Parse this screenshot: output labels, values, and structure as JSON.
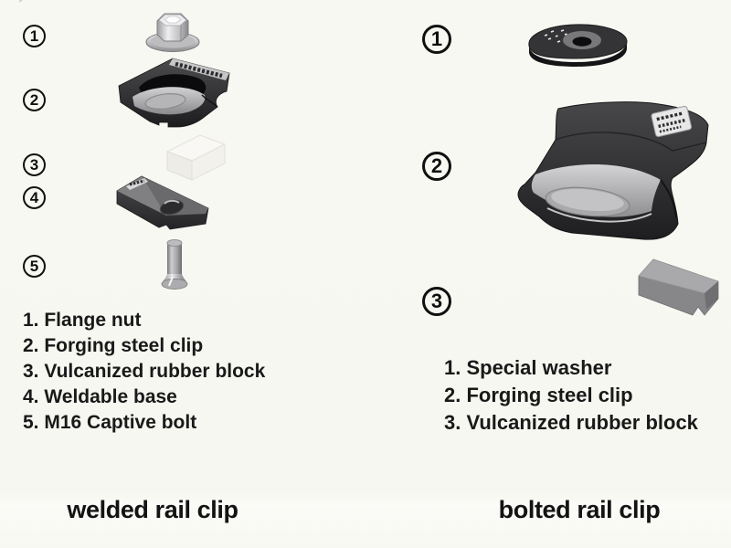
{
  "page": {
    "background": "#f8f8f2",
    "ink": "#161616"
  },
  "left_panel": {
    "caption": "welded rail clip",
    "markers": [
      "1",
      "2",
      "3",
      "4",
      "5"
    ],
    "parts": [
      "flange-nut",
      "forging-steel-clip",
      "vulcanized-rubber-block",
      "weldable-base",
      "m16-captive-bolt"
    ],
    "legend": [
      "1. Flange nut",
      "2. Forging steel clip",
      "3. Vulcanized rubber block",
      "4. Weldable base",
      "5. M16 Captive bolt"
    ]
  },
  "right_panel": {
    "caption": "bolted rail clip",
    "markers": [
      "1",
      "2",
      "3"
    ],
    "parts": [
      "special-washer",
      "forging-steel-clip",
      "vulcanized-rubber-block"
    ],
    "legend": [
      "1. Special washer",
      "2. Forging steel clip",
      "3. Vulcanized rubber block"
    ]
  },
  "colors": {
    "steel_dark": "#2e2e30",
    "steel_scoop": "#b6b6b8",
    "chrome": "#d9d9db",
    "rubber_white": "#f3f2ec",
    "rubber_gray": "#8d8d8f",
    "label_light": "#e6e6e6"
  }
}
